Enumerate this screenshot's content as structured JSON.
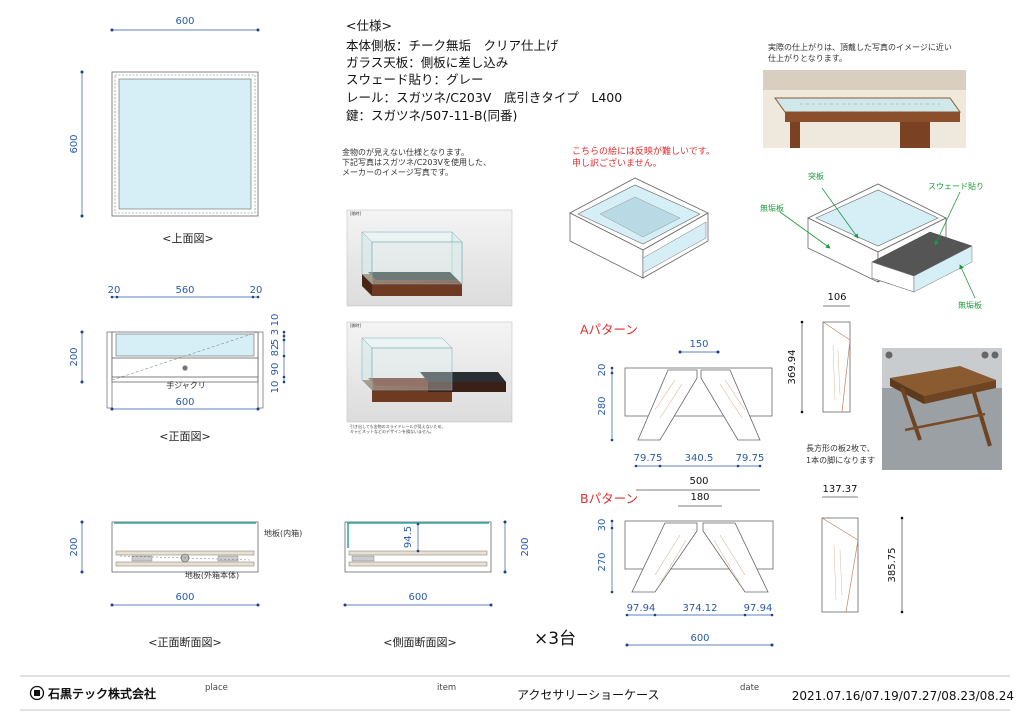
{
  "top_view": {
    "width_dim": "600",
    "height_dim": "600",
    "caption": "<上面図>"
  },
  "front_view": {
    "dim_left": "20",
    "dim_mid": "560",
    "dim_right": "20",
    "height_dim": "200",
    "right_dims": [
      "10",
      "3",
      "5",
      "82",
      "90",
      "10"
    ],
    "handle_label": "手ジャクリ",
    "width_dim": "600",
    "caption": "<正面図>"
  },
  "front_section": {
    "height_dim": "200",
    "width_dim": "600",
    "label_inner_floor": "地板(内箱)",
    "label_outer_floor": "地板(外箱本体)",
    "caption": "<正面断面図>"
  },
  "side_section": {
    "inner_dim": "94.5",
    "height_dim": "200",
    "width_dim": "600",
    "caption": "<側面断面図>"
  },
  "spec": {
    "title": "<仕様>",
    "lines": [
      "本体側板：チーク無垢　クリア仕上げ",
      "ガラス天板：側板に差し込み",
      "スウェード貼り：グレー",
      "レール：スガツネ/C203V　底引きタイプ　L400",
      "鍵：スガツネ/507-11-B(同番)"
    ]
  },
  "hardware_note": [
    "金物のが見えない仕様となります。",
    "下記写真はスガツネ/C203Vを使用した、",
    "メーカーのイメージ写真です。"
  ],
  "photo_caption_tag": "[閉時]",
  "photo_caption_tag_open": "[開時]",
  "photo_caption_small": [
    "引き出しても金物のスライドレールが見えないため、",
    "キャビネットなどのデザインを損ないません。"
  ],
  "reflection_note": [
    "こちらの絵には反映が難しいです。",
    "申し訳ございません。"
  ],
  "finish_note": [
    "実際の仕上がりは、頂戴した写真のイメージに近い",
    "仕上がりとなります。"
  ],
  "iso_labels": {
    "tsukiita": "突板",
    "suede": "スウェード貼り",
    "mukuita_left": "無垢板",
    "mukuita_right": "無垢板"
  },
  "pattern_a": {
    "title": "Aパターン",
    "top_dim": "150",
    "left_top_dim": "20",
    "left_dim": "280",
    "bottom_dims": [
      "79.75",
      "340.5",
      "79.75"
    ],
    "total_dim": "500"
  },
  "pattern_b": {
    "title": "Bパターン",
    "top_dim": "180",
    "left_top_dim": "30",
    "left_dim": "270",
    "bottom_dims": [
      "97.94",
      "374.12",
      "97.94"
    ],
    "total_dim": "600"
  },
  "leg_a": {
    "width_dim": "106",
    "height_dim": "369.94"
  },
  "leg_b": {
    "width_dim": "137.37",
    "height_dim": "385.75"
  },
  "leg_note": [
    "長方形の板2枚で、",
    "1本の脚になります"
  ],
  "quantity": "×3台",
  "footer": {
    "company": "石黒テック株式会社",
    "place_label": "place",
    "item_label": "item",
    "item_value": "アクセサリーショーケース",
    "date_label": "date",
    "date_value": "2021.07.16/07.19/07.27/08.23/08.24"
  },
  "colors": {
    "dimension_blue": "#2a5aa8",
    "note_red": "#e03030",
    "label_green": "#1e9a3a",
    "glass": "#d6eef6",
    "wood": "#6e3b22"
  }
}
